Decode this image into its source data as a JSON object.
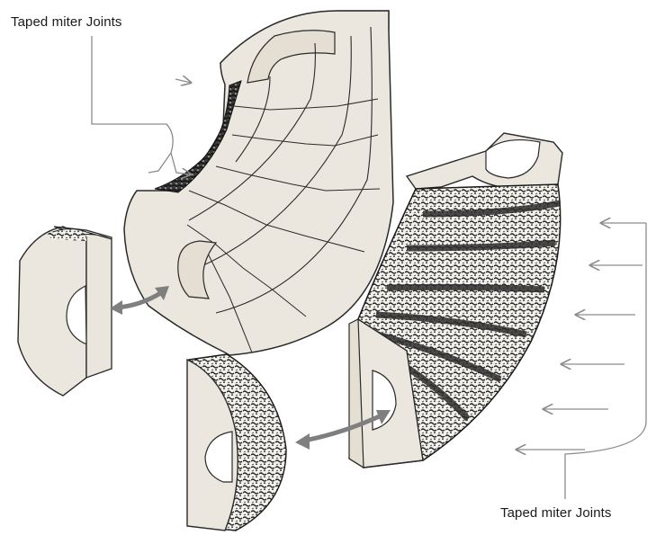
{
  "labels": {
    "top_callout": "Taped miter Joints",
    "bottom_callout": "Taped miter Joints"
  },
  "colors": {
    "fill": "#ece7de",
    "outline": "#2a2a2a",
    "texture_dark": "#1c1c1c",
    "arrow": "#7f7f7f",
    "leader": "#8c8c8c"
  },
  "icons": {
    "mitered_elbow": "segmented-elbow-insulation",
    "wrapped_elbow": "taped-elbow-insulation",
    "left_segment": "elbow-segment",
    "bottom_segment": "elbow-segment-textured",
    "double_arrows": "double-headed-arrow"
  }
}
